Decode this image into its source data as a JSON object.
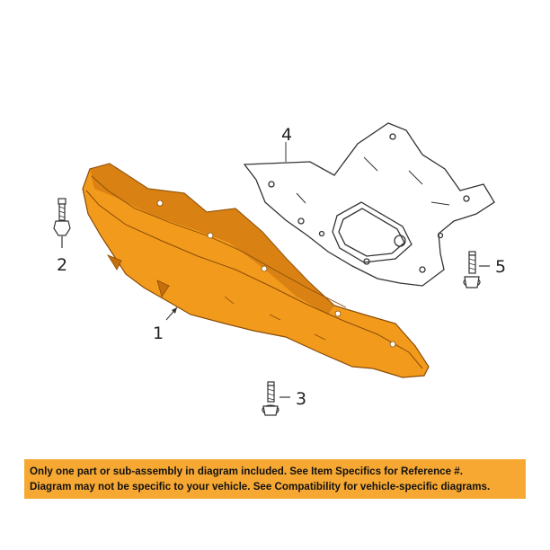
{
  "callouts": {
    "c1": "1",
    "c2": "2",
    "c3": "3",
    "c4": "4",
    "c5": "5"
  },
  "colors": {
    "part_fill": "#f29a1c",
    "part_shadow": "#c46f0c",
    "banner_bg": "#f7a833",
    "line": "#333333"
  },
  "banner": {
    "line1": "Only one part or sub-assembly in diagram included. See Item Specifics for Reference #.",
    "line2": "Diagram may not be specific to your vehicle. See Compatibility for vehicle-specific diagrams."
  }
}
